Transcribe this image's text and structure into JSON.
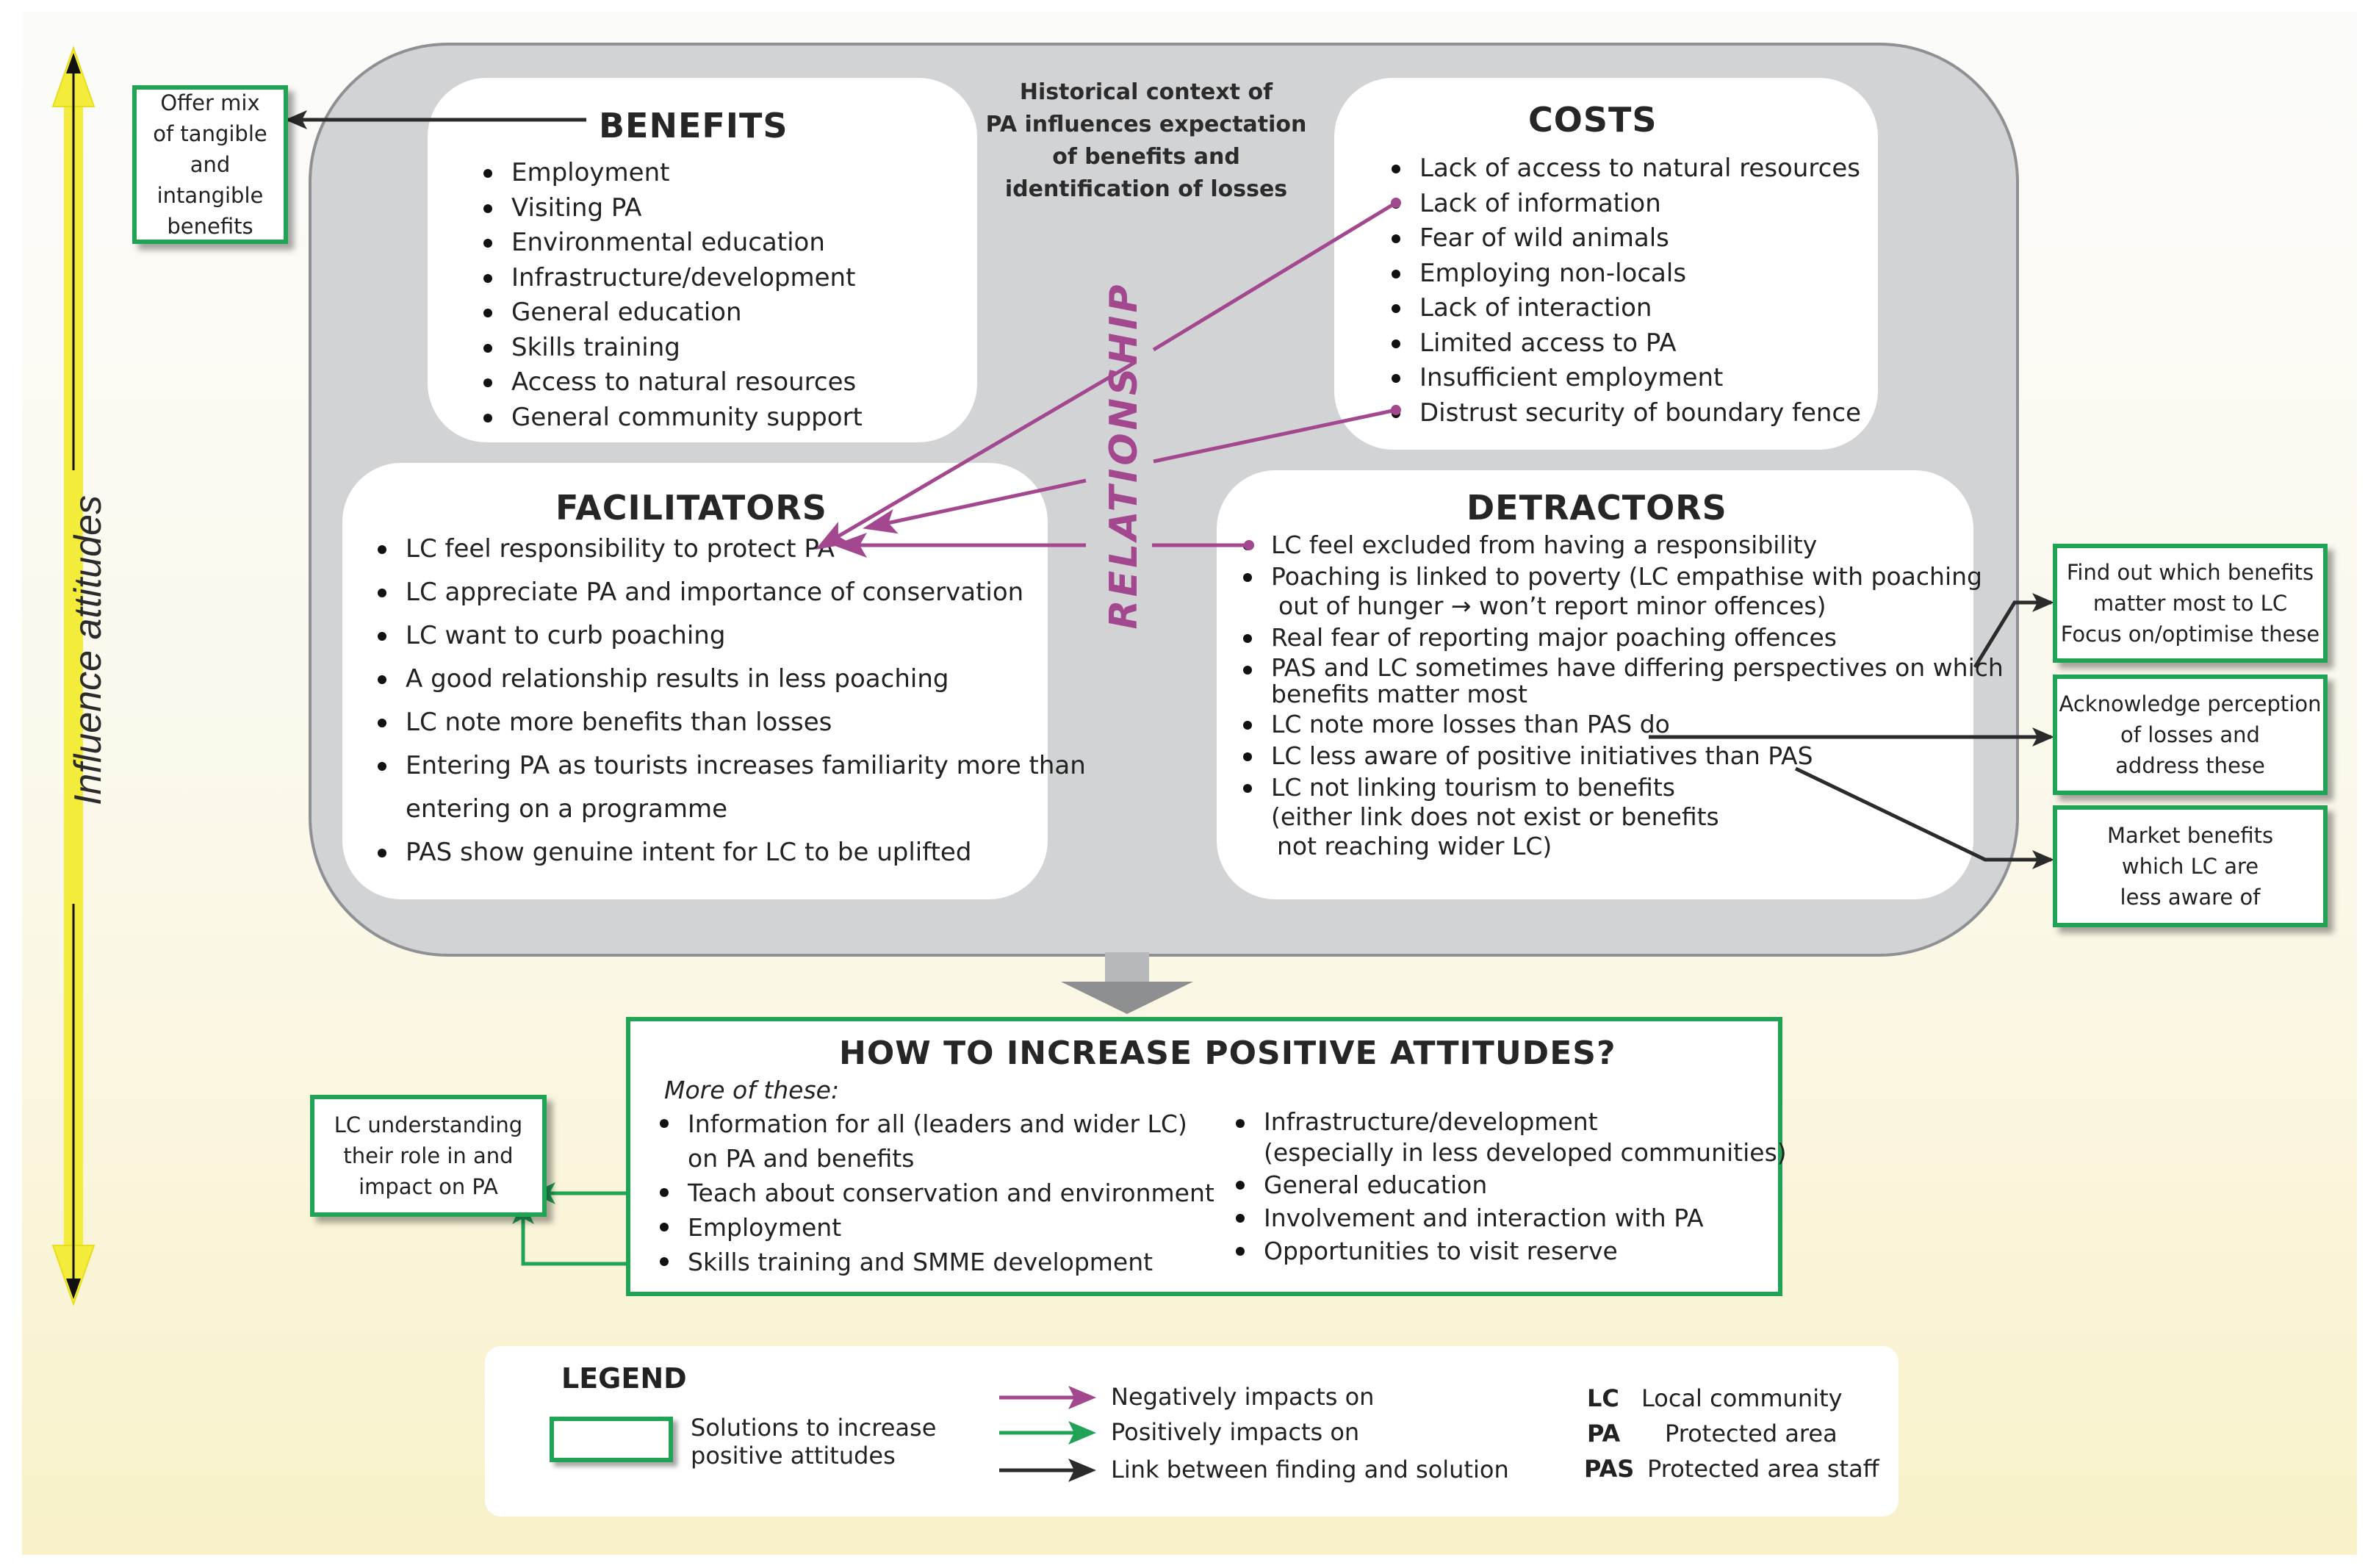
{
  "side_label": "Influence attitudes",
  "benefits": {
    "title": "BENEFITS",
    "items": [
      "Employment",
      "Visiting PA",
      "Environmental education",
      "Infrastructure/development",
      "General education",
      "Skills training",
      "Access to natural resources",
      "General community support"
    ]
  },
  "costs": {
    "title": "COSTS",
    "items": [
      "Lack of access to natural resources",
      "Lack of information",
      "Fear of wild animals",
      "Employing non-locals",
      "Lack of interaction",
      "Limited access to PA",
      "Insufficient employment",
      "Distrust security of boundary fence"
    ]
  },
  "facilitators": {
    "title": "FACILITATORS",
    "items": [
      "LC feel responsibility to protect PA",
      "LC appreciate PA and importance of conservation",
      "LC want to curb poaching",
      "A good relationship results in less poaching",
      "LC note more benefits than losses",
      "Entering PA as tourists increases familiarity more than",
      "entering on a programme",
      "PAS show genuine intent for LC to be uplifted"
    ]
  },
  "detractors": {
    "title": "DETRACTORS",
    "items": [
      {
        "line1": "LC feel excluded from having a responsibility",
        "line2": ""
      },
      {
        "line1": "Poaching is linked to poverty (LC empathise with poaching",
        "line2": "out of hunger → won’t report minor offences)"
      },
      {
        "line1": "Real fear of reporting major poaching offences",
        "line2": ""
      },
      {
        "line1": "PAS and LC sometimes have differing perspectives on which",
        "line2": "benefits matter most"
      },
      {
        "line1": "LC note more losses than PAS do",
        "line2": ""
      },
      {
        "line1": "LC less aware of positive initiatives than PAS",
        "line2": ""
      },
      {
        "line1": "LC not linking tourism to benefits",
        "line2": "(either link does not exist or benefits",
        "line3": "not reaching wider LC)"
      }
    ]
  },
  "historical": [
    "Historical context of",
    "PA influences expectation",
    "of benefits and",
    "identification of losses"
  ],
  "relationship": "RELATIONSHIP",
  "solutions": {
    "offer_mix": [
      "Offer mix",
      "of tangible",
      "and",
      "intangible",
      "benefits"
    ],
    "find_out": [
      "Find out which benefits",
      "matter most to LC",
      "Focus on/optimise these"
    ],
    "acknowledge": [
      "Acknowledge perception",
      "of losses and",
      "address these"
    ],
    "market": [
      "Market benefits",
      "which LC are",
      "less aware of"
    ],
    "understanding": [
      "LC understanding",
      "their role in and",
      "impact on PA"
    ]
  },
  "how": {
    "title": "HOW TO INCREASE POSITIVE ATTITUDES?",
    "subtitle": "More of these:",
    "left": [
      {
        "line1": "Information for all (leaders and wider LC)",
        "line2": "on PA and benefits"
      },
      {
        "line1": "Teach about conservation and environment",
        "line2": ""
      },
      {
        "line1": "Employment",
        "line2": ""
      },
      {
        "line1": "Skills training and SMME development",
        "line2": ""
      }
    ],
    "right": [
      {
        "line1": "Infrastructure/development",
        "line2": "(especially in less developed communities)"
      },
      {
        "line1": "General education",
        "line2": ""
      },
      {
        "line1": "Involvement and interaction with PA",
        "line2": ""
      },
      {
        "line1": "Opportunities to visit reserve",
        "line2": ""
      }
    ]
  },
  "legend": {
    "title": "LEGEND",
    "solutions": [
      "Solutions to increase",
      "positive attitudes"
    ],
    "negative": "Negatively impacts on",
    "positive": "Positively impacts on",
    "link": "Link between finding and solution",
    "abbr": [
      {
        "key": "LC",
        "value": "Local community"
      },
      {
        "key": "PA",
        "value": "Protected area"
      },
      {
        "key": "PAS",
        "value": "Protected area staff"
      }
    ]
  },
  "colors": {
    "negative": "#a3488f",
    "positive": "#21a356",
    "link": "#2b2b2b",
    "arrow_axis": "#f4ec3a"
  }
}
